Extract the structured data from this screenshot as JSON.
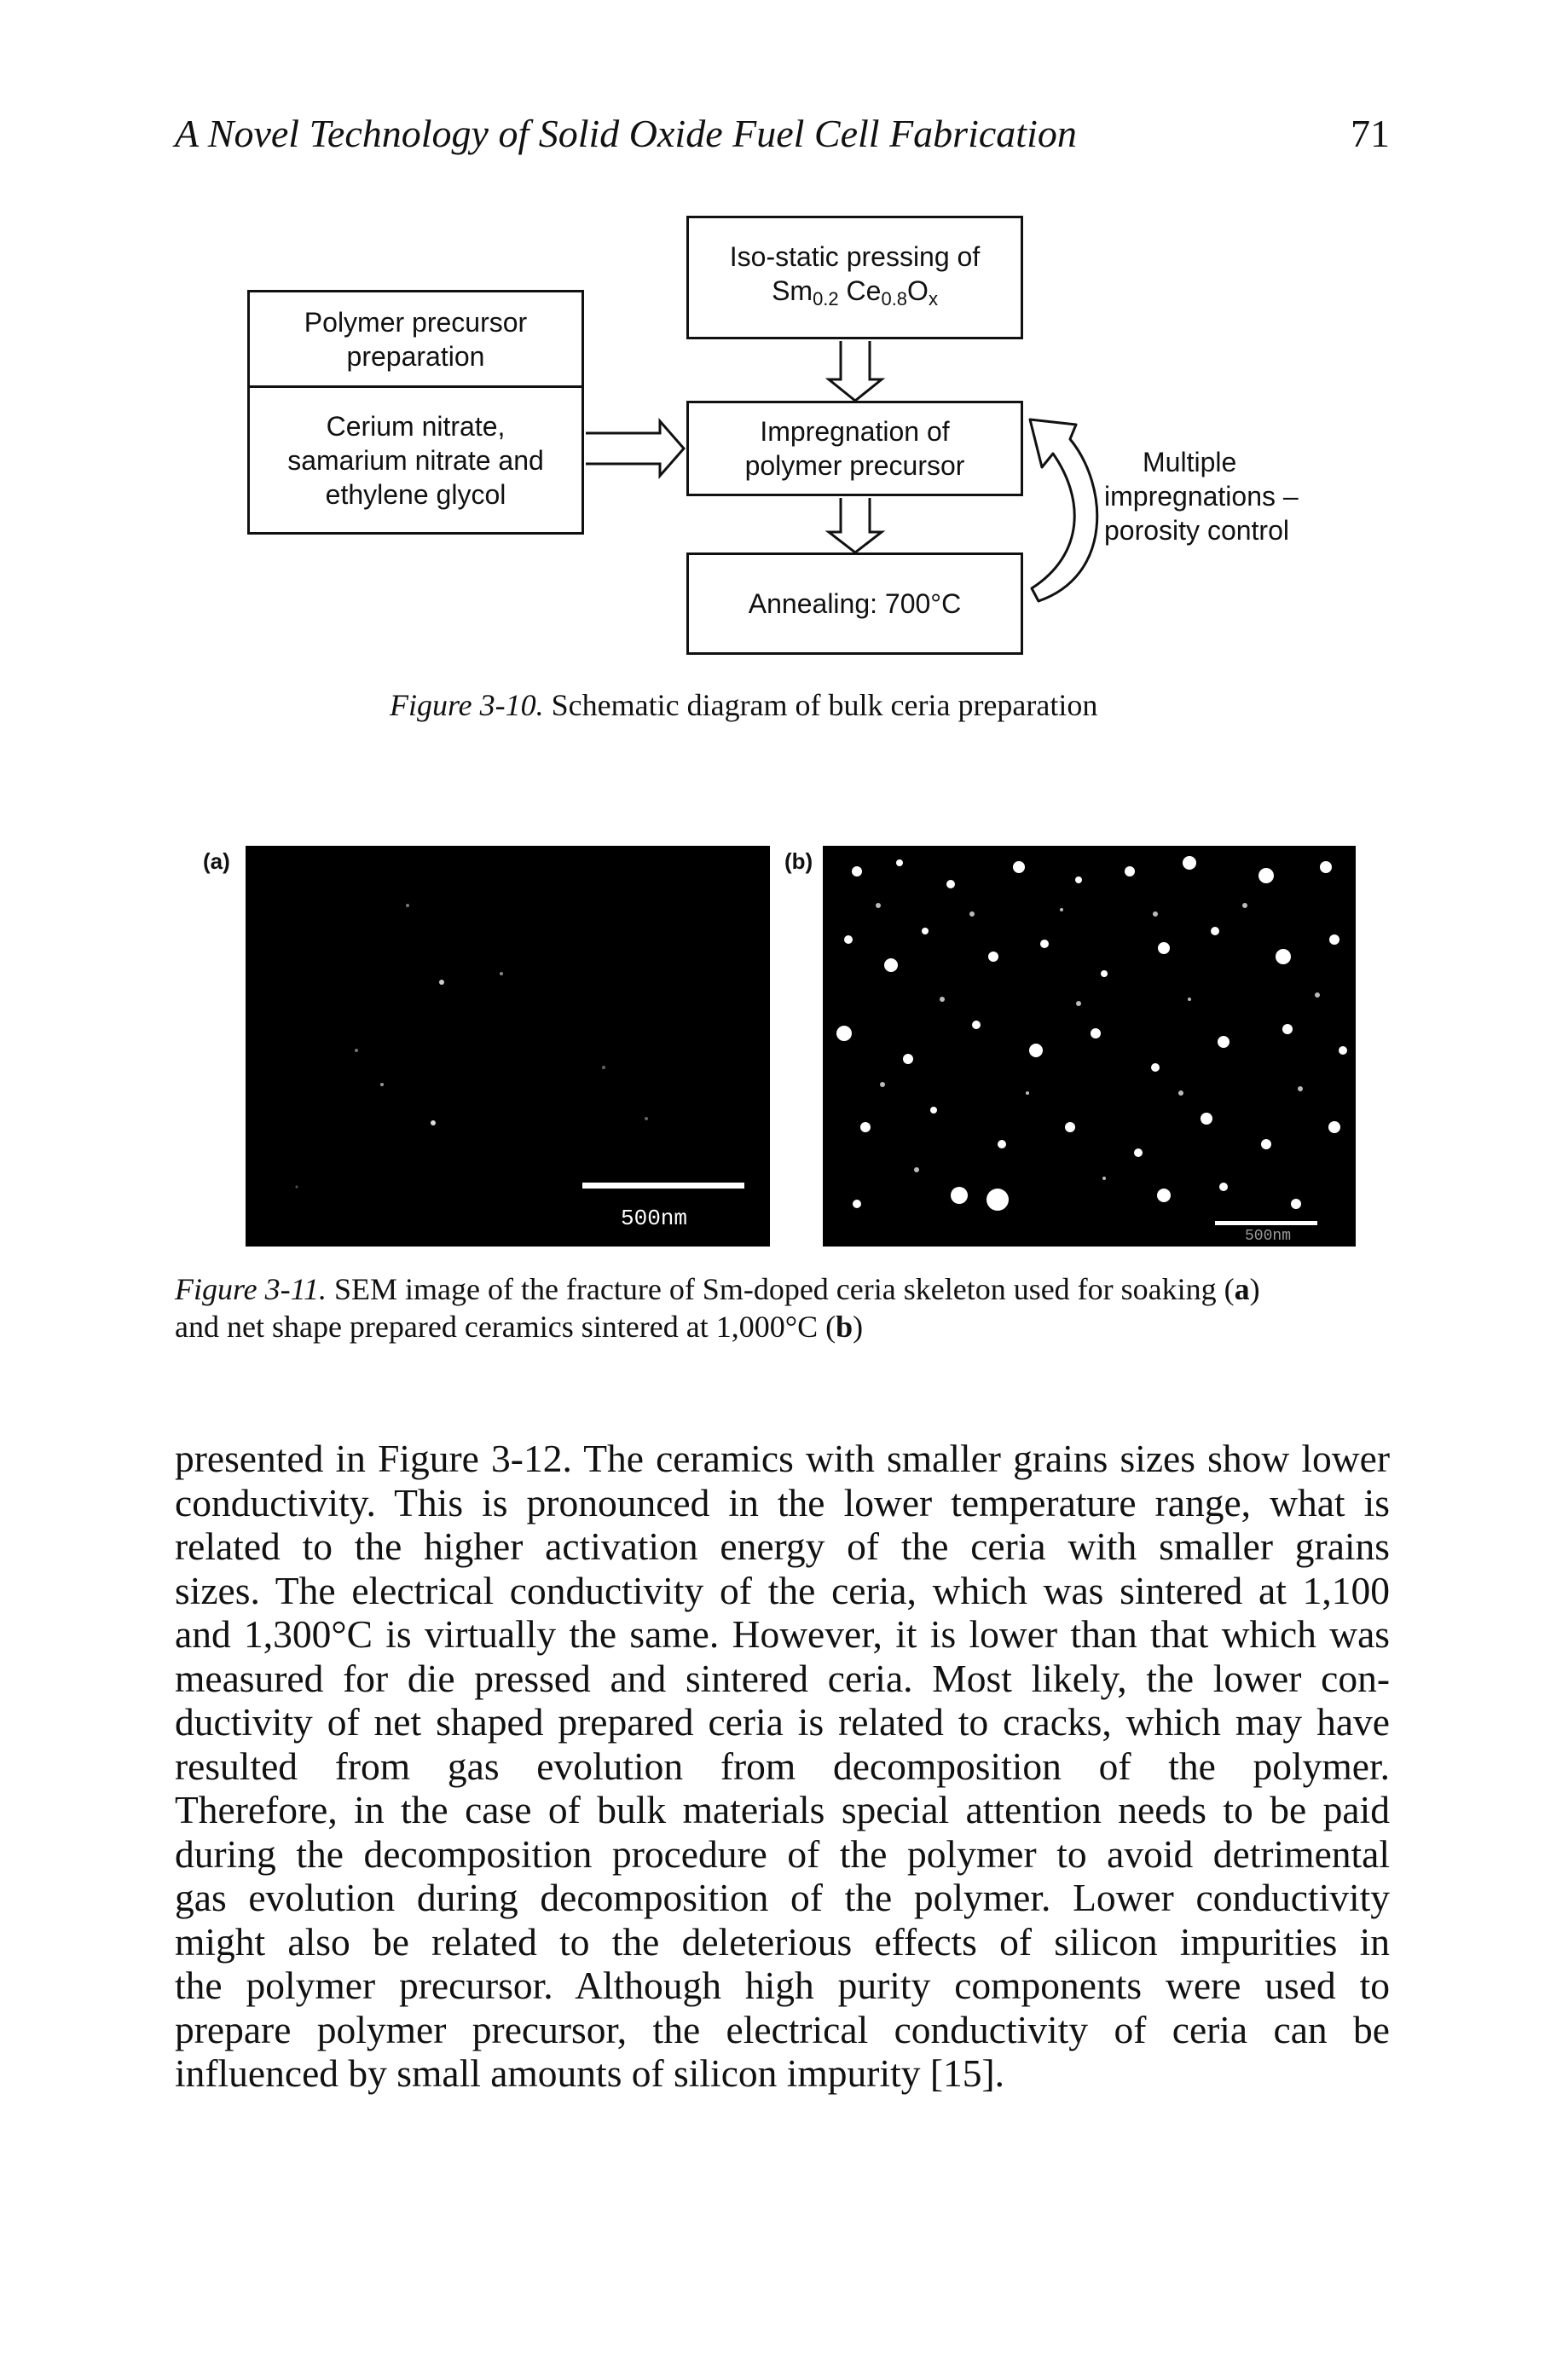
{
  "header": {
    "title": "A Novel Technology of Solid Oxide Fuel Cell Fabrication",
    "page_number": "71"
  },
  "figure_3_10": {
    "box_polymer": [
      "Polymer precursor",
      "preparation"
    ],
    "box_cerium": [
      "Cerium nitrate,",
      "samarium nitrate and",
      "ethylene glycol"
    ],
    "box_iso_line1": "Iso-static pressing of",
    "box_iso_formula": {
      "sm": "Sm",
      "sm_sub": "0.2",
      "ce": " Ce",
      "ce_sub": "0.8",
      "o": "O",
      "o_sub": "x"
    },
    "box_impregnation": [
      "Impregnation of",
      "polymer precursor"
    ],
    "box_annealing": "Annealing: 700°C",
    "side_note": [
      "Multiple",
      "impregnations –",
      "porosity control"
    ],
    "caption_label": "Figure 3-10.",
    "caption_text": " Schematic diagram of bulk ceria preparation"
  },
  "figure_3_11": {
    "panel_a_label": "(a)",
    "panel_b_label": "(b)",
    "scale_text_a": "500nm",
    "scale_text_b": "500nm",
    "caption_label": "Figure 3-11.",
    "caption_line1_pre": " SEM image of the fracture of Sm-doped ceria skeleton used for soaking (",
    "caption_a": "a",
    "caption_line1_post": ")",
    "caption_line2_pre": "and net shape prepared ceramics sintered at 1,000°C (",
    "caption_b": "b",
    "caption_line2_post": ")"
  },
  "body": {
    "lines": [
      "presented in Figure 3-12. The ceramics with smaller grains sizes show lower",
      "conductivity. This is pronounced in the lower temperature range, what is",
      "related to the higher activation energy of the ceria with smaller grains",
      "sizes. The electrical conductivity of the ceria, which was sintered at 1,100",
      "and 1,300°C is virtually the same. However, it is lower than that which was",
      "measured for die pressed and sintered ceria. Most likely, the lower con-",
      "ductivity of net shaped prepared ceria is related to cracks, which may have",
      "resulted from gas evolution from decomposition of the polymer.",
      "Therefore, in the case of bulk materials special attention needs to be paid",
      "during the decomposition procedure of the polymer to avoid detrimental",
      "gas evolution during decomposition of the polymer. Lower conductivity",
      "might also be related to the deleterious effects of silicon impurities in",
      "the polymer precursor. Although high purity components were used to",
      "prepare polymer precursor, the electrical conductivity of ceria can be",
      "influenced by small amounts of silicon impurity [15]."
    ]
  }
}
